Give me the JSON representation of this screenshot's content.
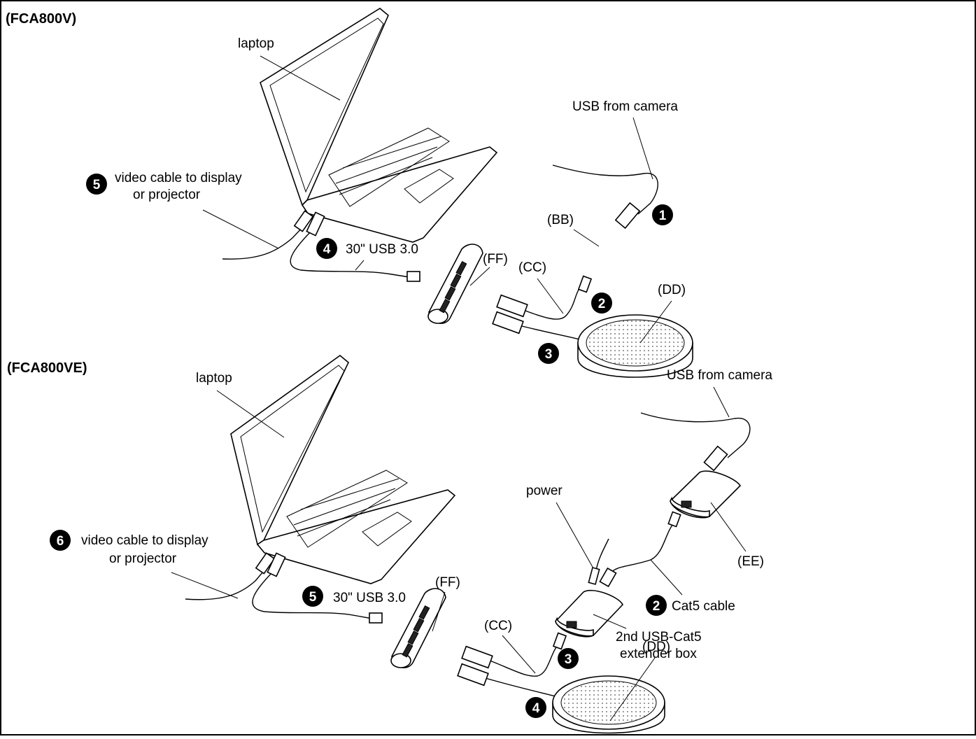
{
  "sections": {
    "top": {
      "title": "(FCA800V)",
      "labels": {
        "laptop": "laptop",
        "usb_from_camera": "USB from camera",
        "bb": "(BB)",
        "cc": "(CC)",
        "dd": "(DD)",
        "ff": "(FF)",
        "video_cable_line1": "video cable to display",
        "video_cable_line2": "or projector",
        "usb30": "30\" USB 3.0"
      },
      "steps": {
        "s1": "1",
        "s2": "2",
        "s3": "3",
        "s4": "4",
        "s5": "5"
      }
    },
    "bottom": {
      "title": "(FCA800VE)",
      "labels": {
        "laptop": "laptop",
        "usb_from_camera": "USB from camera",
        "power": "power",
        "ee": "(EE)",
        "cat5": "Cat5 cable",
        "extender_line1": "2nd USB-Cat5",
        "extender_line2": "extender box",
        "cc": "(CC)",
        "dd": "(DD)",
        "ff": "(FF)",
        "video_cable_line1": "video cable to display",
        "video_cable_line2": "or projector",
        "usb30": "30\" USB 3.0"
      },
      "steps": {
        "s2": "2",
        "s3": "3",
        "s4": "4",
        "s5": "5",
        "s6": "6"
      }
    }
  }
}
